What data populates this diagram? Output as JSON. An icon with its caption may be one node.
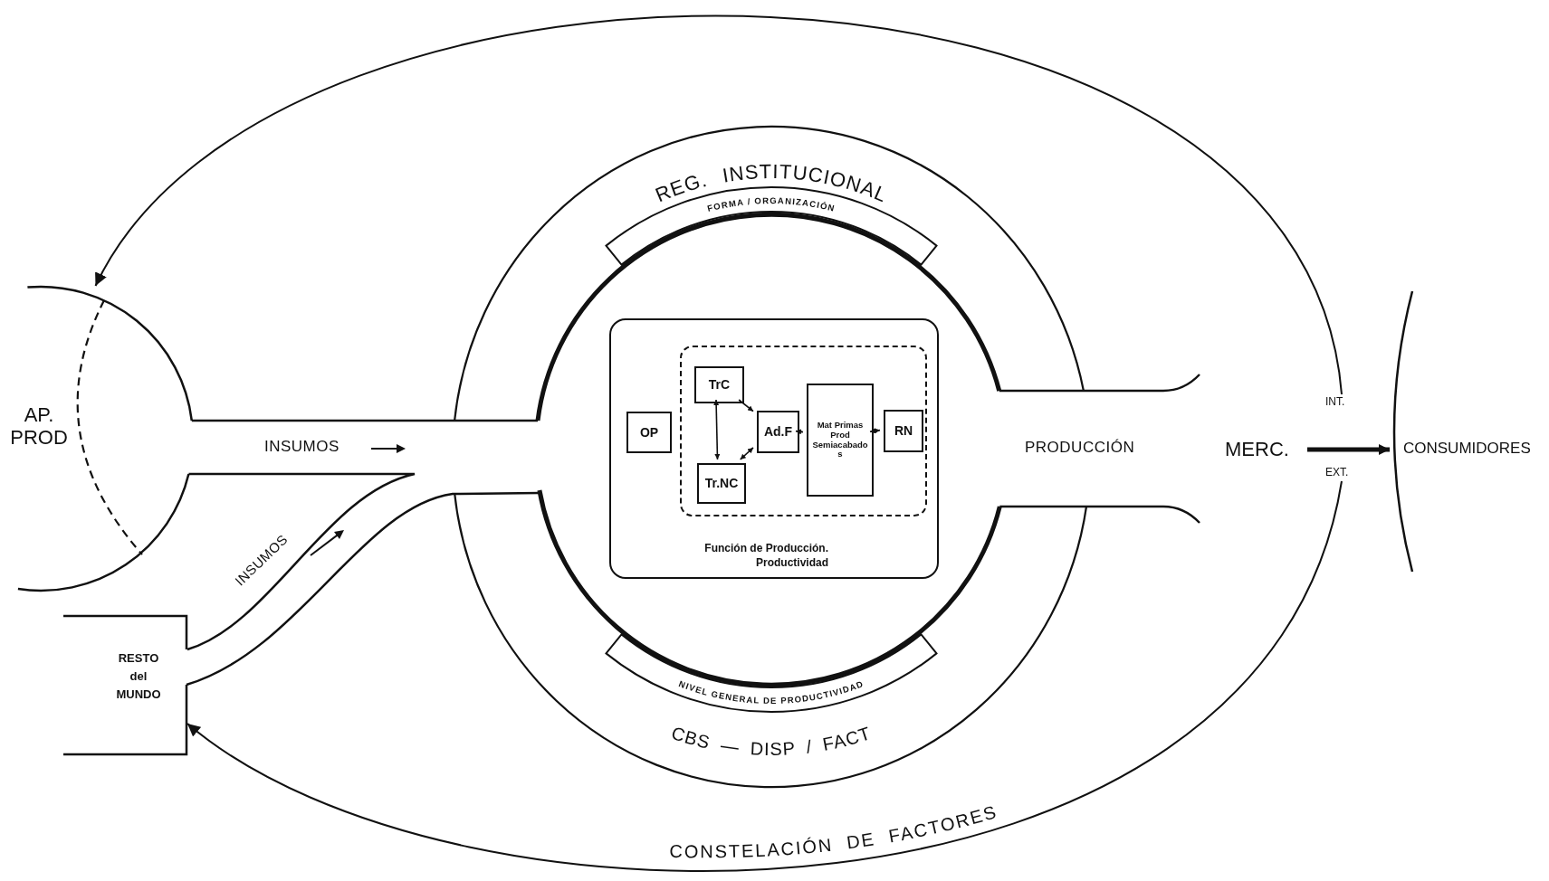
{
  "diagram": {
    "nodes": [
      {
        "text": [
          "AP. PROD"
        ]
      },
      {
        "text": [
          "RESTO del MUNDO"
        ]
      },
      {
        "text": [
          "REG. INSTITUCIONAL",
          "CBS — DISP / FACT"
        ]
      },
      {
        "text": [
          "FORMA / ORGANIZACIÓN"
        ],
        "in": 2
      },
      {
        "text": [
          "Función de Producción. Productividad"
        ],
        "in": 2
      },
      {
        "text": [
          "OP"
        ],
        "in": 4
      },
      {
        "text": [],
        "shape": "box",
        "in": 4
      },
      {
        "text": [
          "TrC"
        ],
        "in": 6
      },
      {
        "text": [
          "Ad.F"
        ],
        "in": 6
      },
      {
        "text": [
          "Mat Primas Prod Semiacabados"
        ],
        "in": 6
      },
      {
        "text": [
          "RN"
        ],
        "in": 6
      },
      {
        "text": [
          "Tr.NC"
        ],
        "in": 6
      },
      {
        "text": [
          "NIVEL GENERAL DE PRODUCTIVIDAD"
        ],
        "in": 2
      },
      {
        "text": [
          "MERC."
        ]
      },
      {
        "text": [
          "CONSUMIDORES"
        ]
      },
      {
        "text": [
          "INT."
        ]
      },
      {
        "text": [
          "EXT."
        ]
      }
    ],
    "edges": [
      {
        "from": 15,
        "to": 0,
        "arrow": "to"
      },
      {
        "from": 16,
        "to": 1,
        "arrow": "to",
        "label": "CONSTELACIÓN DE FACTORES"
      },
      {
        "from": 13,
        "to": 14,
        "arrow": "to",
        "style": "thick"
      },
      {
        "from": 7,
        "to": 11,
        "arrow": "both"
      },
      {
        "from": 7,
        "to": 8,
        "arrow": "to"
      },
      {
        "from": 11,
        "to": 8,
        "arrow": "both"
      },
      {
        "from": 8,
        "to": 9,
        "arrow": "both"
      },
      {
        "from": 9,
        "to": 10,
        "arrow": "both"
      },
      {
        "from": 0,
        "to": 1,
        "arrow": "none"
      }
    ],
    "labels": [
      "INSUMOS",
      "PRODUCCIÓN",
      "INSUMOS"
    ]
  }
}
